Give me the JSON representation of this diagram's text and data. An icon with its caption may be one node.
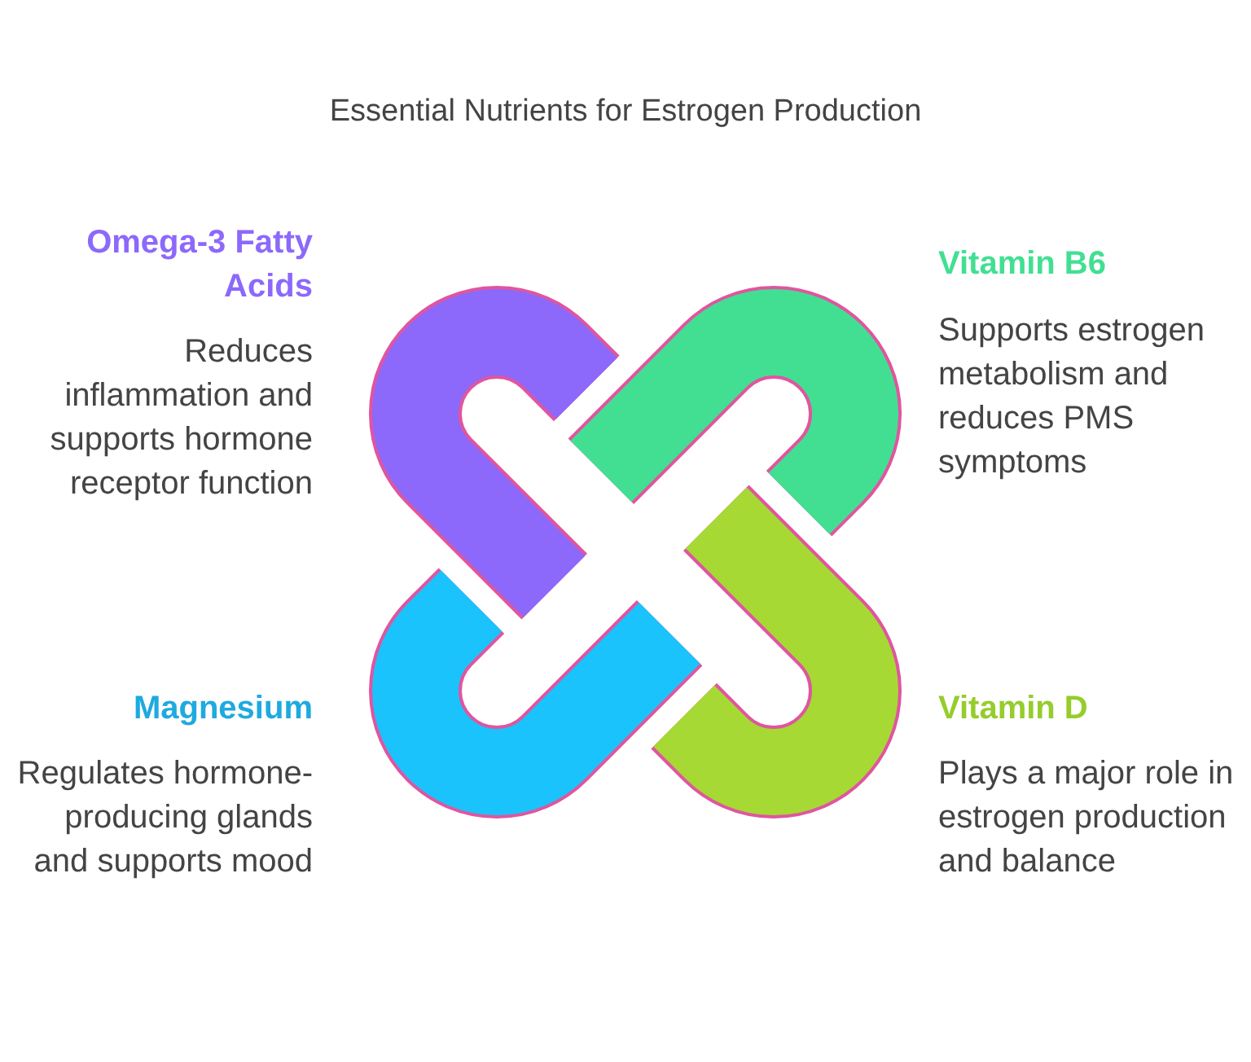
{
  "diagram": {
    "title": "Essential Nutrients for Estrogen Production",
    "labels": [
      "Omega-3 Fatty Acids",
      "Reduces inflammation and supports hormone receptor function",
      "Vitamin B6",
      "Supports estrogen metabolism and reduces PMS symptoms",
      "Magnesium",
      "Regulates hormone-producing glands and supports mood",
      "Vitamin D",
      "Plays a major role in estrogen production and balance"
    ]
  }
}
